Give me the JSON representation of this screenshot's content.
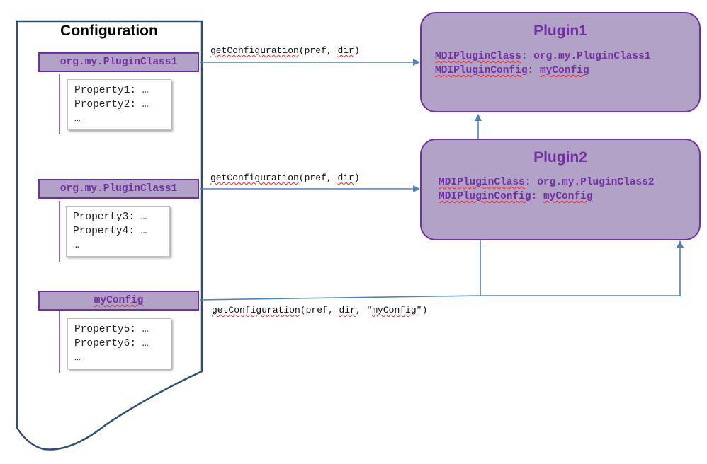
{
  "configuration": {
    "title": "Configuration",
    "sections": [
      {
        "class_label": "org.my.PluginClass1",
        "properties": [
          "Property1: …",
          "Property2: …",
          "…"
        ]
      },
      {
        "class_label": "org.my.PluginClass1",
        "properties": [
          "Property3: …",
          "Property4: …",
          "…"
        ]
      },
      {
        "class_label": "myConfig",
        "properties": [
          "Property5: …",
          "Property6: …",
          "…"
        ]
      }
    ]
  },
  "calls": [
    {
      "fn": "getConfiguration",
      "args": "(pref, ",
      "arg2": "dir",
      "tail": ")"
    },
    {
      "fn": "getConfiguration",
      "args": "(pref, ",
      "arg2": "dir",
      "tail": ")"
    },
    {
      "fn": "getConfiguration",
      "args": "(pref, ",
      "arg2": "dir",
      "mid": ", \"",
      "arg3": "myConfig",
      "tail": "\")"
    }
  ],
  "plugins": [
    {
      "title": "Plugin1",
      "class_key": "MDIPluginClass",
      "class_value": ": org.my.PluginClass1",
      "config_key": "MDIPluginConfig",
      "config_sep": ": ",
      "config_value": "myConfig"
    },
    {
      "title": "Plugin2",
      "class_key": "MDIPluginClass",
      "class_value": ": org.my.PluginClass2",
      "config_key": "MDIPluginConfig",
      "config_sep": ": ",
      "config_value": "myConfig"
    }
  ],
  "colors": {
    "box_fill": "#b3a2c7",
    "box_border": "#7030a0",
    "arrow": "#4f81bd",
    "document_border": "#2f4f6f"
  }
}
